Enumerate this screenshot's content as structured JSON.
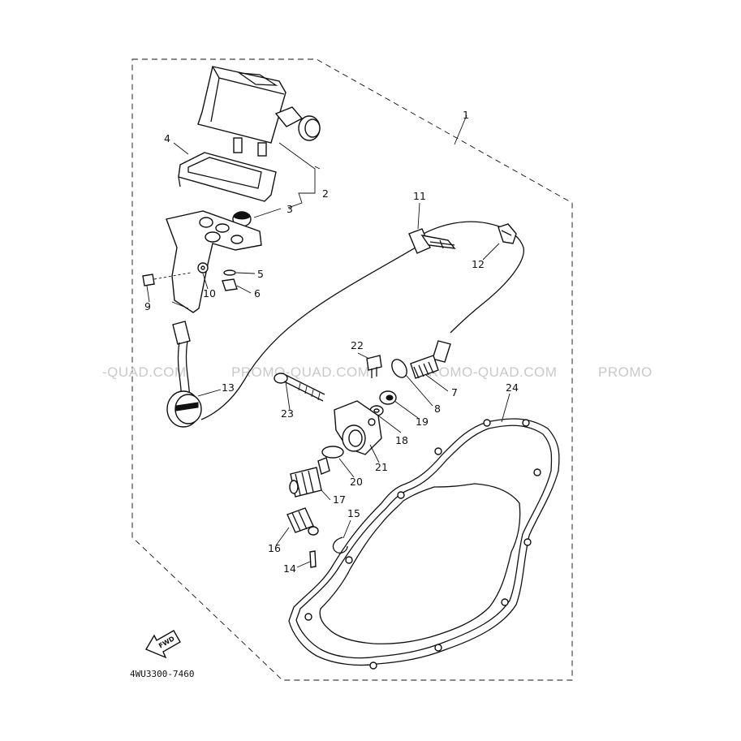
{
  "diagram": {
    "part_code": "4WU3300-7460",
    "fwd_label": "FWD",
    "watermarks": [
      "-QUAD.COM",
      "PROMO-QUAD.COM",
      "PROMO-QUAD.COM",
      "PROMO"
    ],
    "callouts": [
      "1",
      "2",
      "3",
      "4",
      "5",
      "6",
      "7",
      "8",
      "9",
      "10",
      "11",
      "12",
      "13",
      "14",
      "15",
      "16",
      "17",
      "18",
      "19",
      "20",
      "21",
      "22",
      "23",
      "24"
    ]
  }
}
